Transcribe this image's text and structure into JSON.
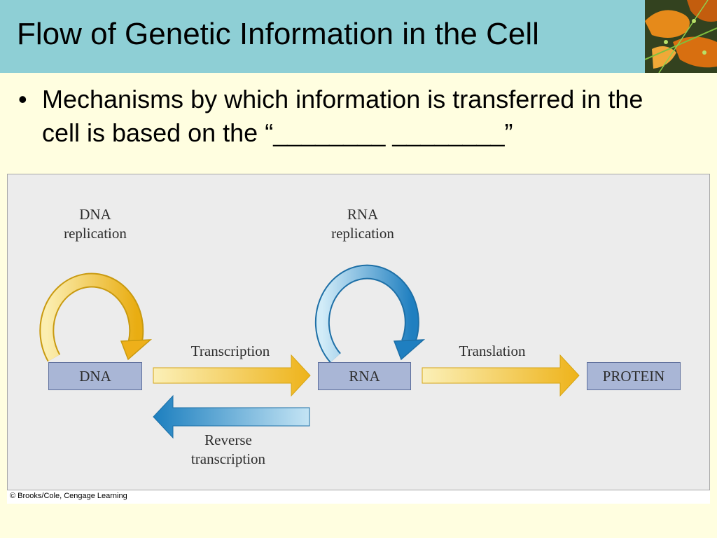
{
  "slide": {
    "title": "Flow of Genetic Information in the Cell",
    "bullet": "Mechanisms by which information is transferred in the cell is based on the “________ ________”"
  },
  "diagram": {
    "nodes": {
      "dna": "DNA",
      "rna": "RNA",
      "protein": "PROTEIN"
    },
    "processes": {
      "dna_replication": [
        "DNA",
        "replication"
      ],
      "rna_replication": [
        "RNA",
        "replication"
      ],
      "transcription": "Transcription",
      "translation": "Translation",
      "reverse_transcription": [
        "Reverse",
        "transcription"
      ]
    },
    "credit": "© Brooks/Cole, Cengage Learning",
    "colors": {
      "yellow_arrow": "#f0b820",
      "blue_arrow": "#2a8ac8",
      "box_fill": "#a9b6d6",
      "title_bar": "#8ecfd5",
      "slide_background": "#fffee0"
    }
  }
}
